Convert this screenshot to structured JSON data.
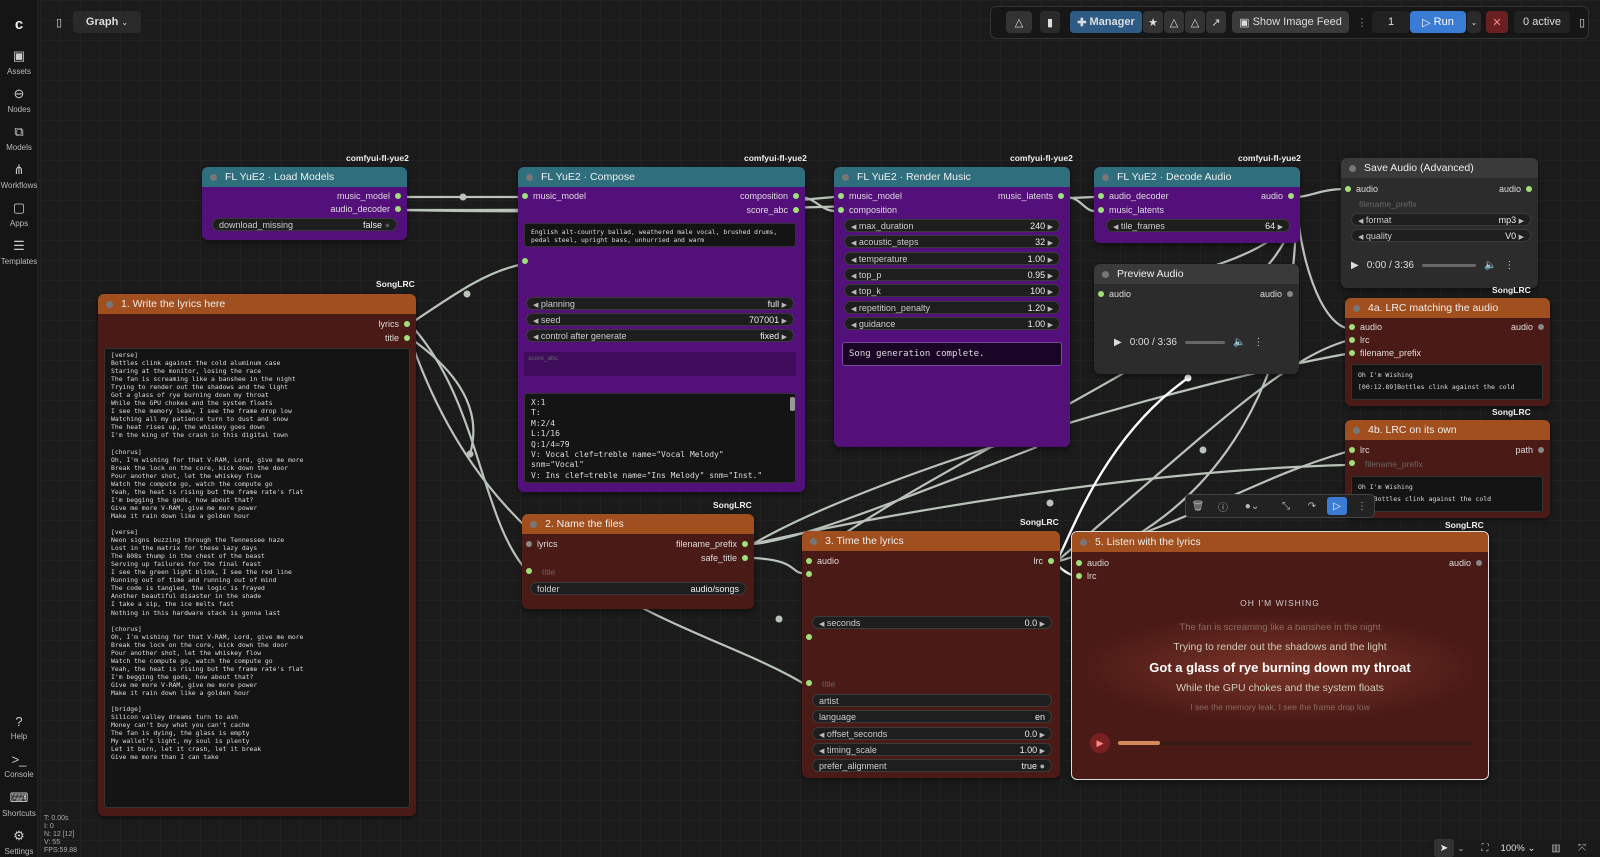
{
  "topbar": {
    "graph_label": "Graph",
    "manager_label": "Manager",
    "show_image_feed_label": "Show Image Feed",
    "queue_count": "1",
    "run_label": "Run",
    "active_label": "0 active"
  },
  "sidebar": {
    "items": [
      {
        "label": "Assets",
        "icon": "image-icon"
      },
      {
        "label": "Nodes",
        "icon": "nodes-icon"
      },
      {
        "label": "Models",
        "icon": "models-icon"
      },
      {
        "label": "Workflows",
        "icon": "workflow-icon"
      },
      {
        "label": "Apps",
        "icon": "apps-icon"
      },
      {
        "label": "Templates",
        "icon": "templates-icon"
      }
    ],
    "bottom_items": [
      {
        "label": "Help",
        "icon": "help-icon"
      },
      {
        "label": "Console",
        "icon": "console-icon"
      },
      {
        "label": "Shortcuts",
        "icon": "keyboard-icon"
      },
      {
        "label": "Settings",
        "icon": "gear-icon"
      }
    ]
  },
  "stats": {
    "t": "T: 0.00s",
    "i": "I: 0",
    "n": "N: 12 [12]",
    "v": "V: 55",
    "fps": "FPS:59.88"
  },
  "zoom": "100%",
  "nodes": {
    "load_models": {
      "pack": "comfyui-fl-yue2",
      "title": "FL YuE2 · Load Models",
      "outputs": [
        "music_model",
        "audio_decoder"
      ],
      "widget_label": "download_missing",
      "widget_value": "false"
    },
    "compose": {
      "pack": "comfyui-fl-yue2",
      "title": "FL YuE2 · Compose",
      "input": "music_model",
      "outputs": [
        "composition",
        "score_abc"
      ],
      "prompt": "English alt-country ballad, weathered male vocal, brushed drums, pedal steel, upright bass, unhurried and warm",
      "widgets": [
        {
          "label": "planning",
          "value": "full"
        },
        {
          "label": "seed",
          "value": "707001"
        },
        {
          "label": "control after generate",
          "value": "fixed"
        }
      ],
      "score_placeholder": "score_abc",
      "abc": "X:1\nT:\nM:2/4\nL:1/16\nQ:1/4=79\nV: Vocal clef=treble name=\"Vocal Melody\"\nsnm=\"Vocal\"\nV: Ins clef=treble name=\"Ins Melody\" snm=\"Inst.\""
    },
    "render": {
      "pack": "comfyui-fl-yue2",
      "title": "FL YuE2 · Render Music",
      "inputs": [
        "music_model",
        "composition"
      ],
      "output": "music_latents",
      "widgets": [
        {
          "label": "max_duration",
          "value": "240"
        },
        {
          "label": "acoustic_steps",
          "value": "32"
        },
        {
          "label": "temperature",
          "value": "1.00"
        },
        {
          "label": "top_p",
          "value": "0.95"
        },
        {
          "label": "top_k",
          "value": "100"
        },
        {
          "label": "repetition_penalty",
          "value": "1.20"
        },
        {
          "label": "guidance",
          "value": "1.00"
        }
      ],
      "status": "Song generation complete."
    },
    "decode": {
      "pack": "comfyui-fl-yue2",
      "title": "FL YuE2 · Decode Audio",
      "inputs": [
        "audio_decoder",
        "music_latents"
      ],
      "output": "audio",
      "widget_label": "tile_frames",
      "widget_value": "64"
    },
    "save_audio": {
      "title": "Save Audio (Advanced)",
      "input": "audio",
      "output": "audio",
      "prefix_placeholder": "filename_prefix",
      "widgets": [
        {
          "label": "format",
          "value": "mp3"
        },
        {
          "label": "quality",
          "value": "V0"
        }
      ],
      "time": "0:00 / 3:36"
    },
    "preview": {
      "title": "Preview Audio",
      "input": "audio",
      "output": "audio",
      "time": "0:00 / 3:36"
    },
    "lyrics": {
      "pack": "SongLRC",
      "title": "1. Write the lyrics here",
      "outputs": [
        "lyrics",
        "title"
      ],
      "text": "[verse]\nBottles clink against the cold aluminum case\nStaring at the monitor, losing the race\nThe fan is screaming like a banshee in the night\nTrying to render out the shadows and the light\nGot a glass of rye burning down my throat\nWhile the GPU chokes and the system floats\nI see the memory leak, I see the frame drop low\nWatching all my patience turn to dust and snow\nThe heat rises up, the whiskey goes down\nI'm the king of the crash in this digital town\n\n[chorus]\nOh, I'm wishing for that V-RAM, Lord, give me more\nBreak the lock on the core, kick down the door\nPour another shot, let the whiskey flow\nWatch the compute go, watch the compute go\nYeah, the heat is rising but the frame rate's flat\nI'm begging the gods, how about that?\nGive me more V-RAM, give me more power\nMake it rain down like a golden hour\n\n[verse]\nNeon signs buzzing through the Tennessee haze\nLost in the matrix for these lazy days\nThe 808s thump in the chest of the beast\nServing up failures for the final feast\nI see the green light blink, I see the red line\nRunning out of time and running out of mind\nThe code is tangled, the logic is frayed\nAnother beautiful disaster in the shade\nI take a sip, the ice melts fast\nNothing in this hardware stack is gonna last\n\n[chorus]\nOh, I'm wishing for that V-RAM, Lord, give me more\nBreak the lock on the core, kick down the door\nPour another shot, let the whiskey flow\nWatch the compute go, watch the compute go\nYeah, the heat is rising but the frame rate's flat\nI'm begging the gods, how about that?\nGive me more V-RAM, give me more power\nMake it rain down like a golden hour\n\n[bridge]\nSilicon valley dreams turn to ash\nMoney can't buy what you can't cache\nThe fan is dying, the glass is empty\nMy wallet's light, my soul is plenty\nLet it burn, let it crash, let it break\nGive me more than I can take"
    },
    "name_files": {
      "pack": "SongLRC",
      "title": "2. Name the files",
      "input": "lyrics",
      "outputs": [
        "filename_prefix",
        "safe_title"
      ],
      "title_placeholder": "title",
      "widget_label": "folder",
      "widget_value": "audio/songs"
    },
    "time_lyrics": {
      "pack": "SongLRC",
      "title": "3. Time the lyrics",
      "input": "audio",
      "output": "lrc",
      "seconds_label": "seconds",
      "seconds_value": "0.0",
      "title_placeholder": "title",
      "artist_placeholder": "artist",
      "widgets": [
        {
          "label": "language",
          "value": "en"
        },
        {
          "label": "offset_seconds",
          "value": "0.0"
        },
        {
          "label": "timing_scale",
          "value": "1.00"
        },
        {
          "label": "prefer_alignment",
          "value": "true"
        }
      ]
    },
    "lrc_matching": {
      "pack": "SongLRC",
      "title": "4a. LRC matching the audio",
      "inputs": [
        "audio",
        "lrc",
        "filename_prefix"
      ],
      "output": "audio",
      "preview_title": "Oh I'm Wishing",
      "preview_line": "[00:12.89]Bottles clink against the cold"
    },
    "lrc_own": {
      "pack": "SongLRC",
      "title": "4b. LRC on its own",
      "input": "lrc",
      "output": "path",
      "prefix_placeholder": "filename_prefix",
      "preview_title": "Oh I'm Wishing",
      "preview_line": ".89]Bottles clink against the cold"
    },
    "listen": {
      "pack": "SongLRC",
      "title": "5. Listen with the lyrics",
      "inputs": [
        "audio",
        "lrc"
      ],
      "output": "audio",
      "song_title": "OH I'M WISHING",
      "lines": [
        "The fan is screaming like a banshee in the night",
        "Trying to render out the shadows and the light",
        "Got a glass of rye burning down my throat",
        "While the GPU chokes and the system floats",
        "I see the memory leak, I see the frame drop low"
      ],
      "progress": 0.12
    }
  },
  "colors": {
    "teal_header": "#2f6e7d",
    "purple_body": "#54107a",
    "brown_header": "#a14f1e",
    "brown_body": "#4a1a16",
    "run_blue": "#3a7bd5",
    "port_green": "#9fe07a"
  }
}
